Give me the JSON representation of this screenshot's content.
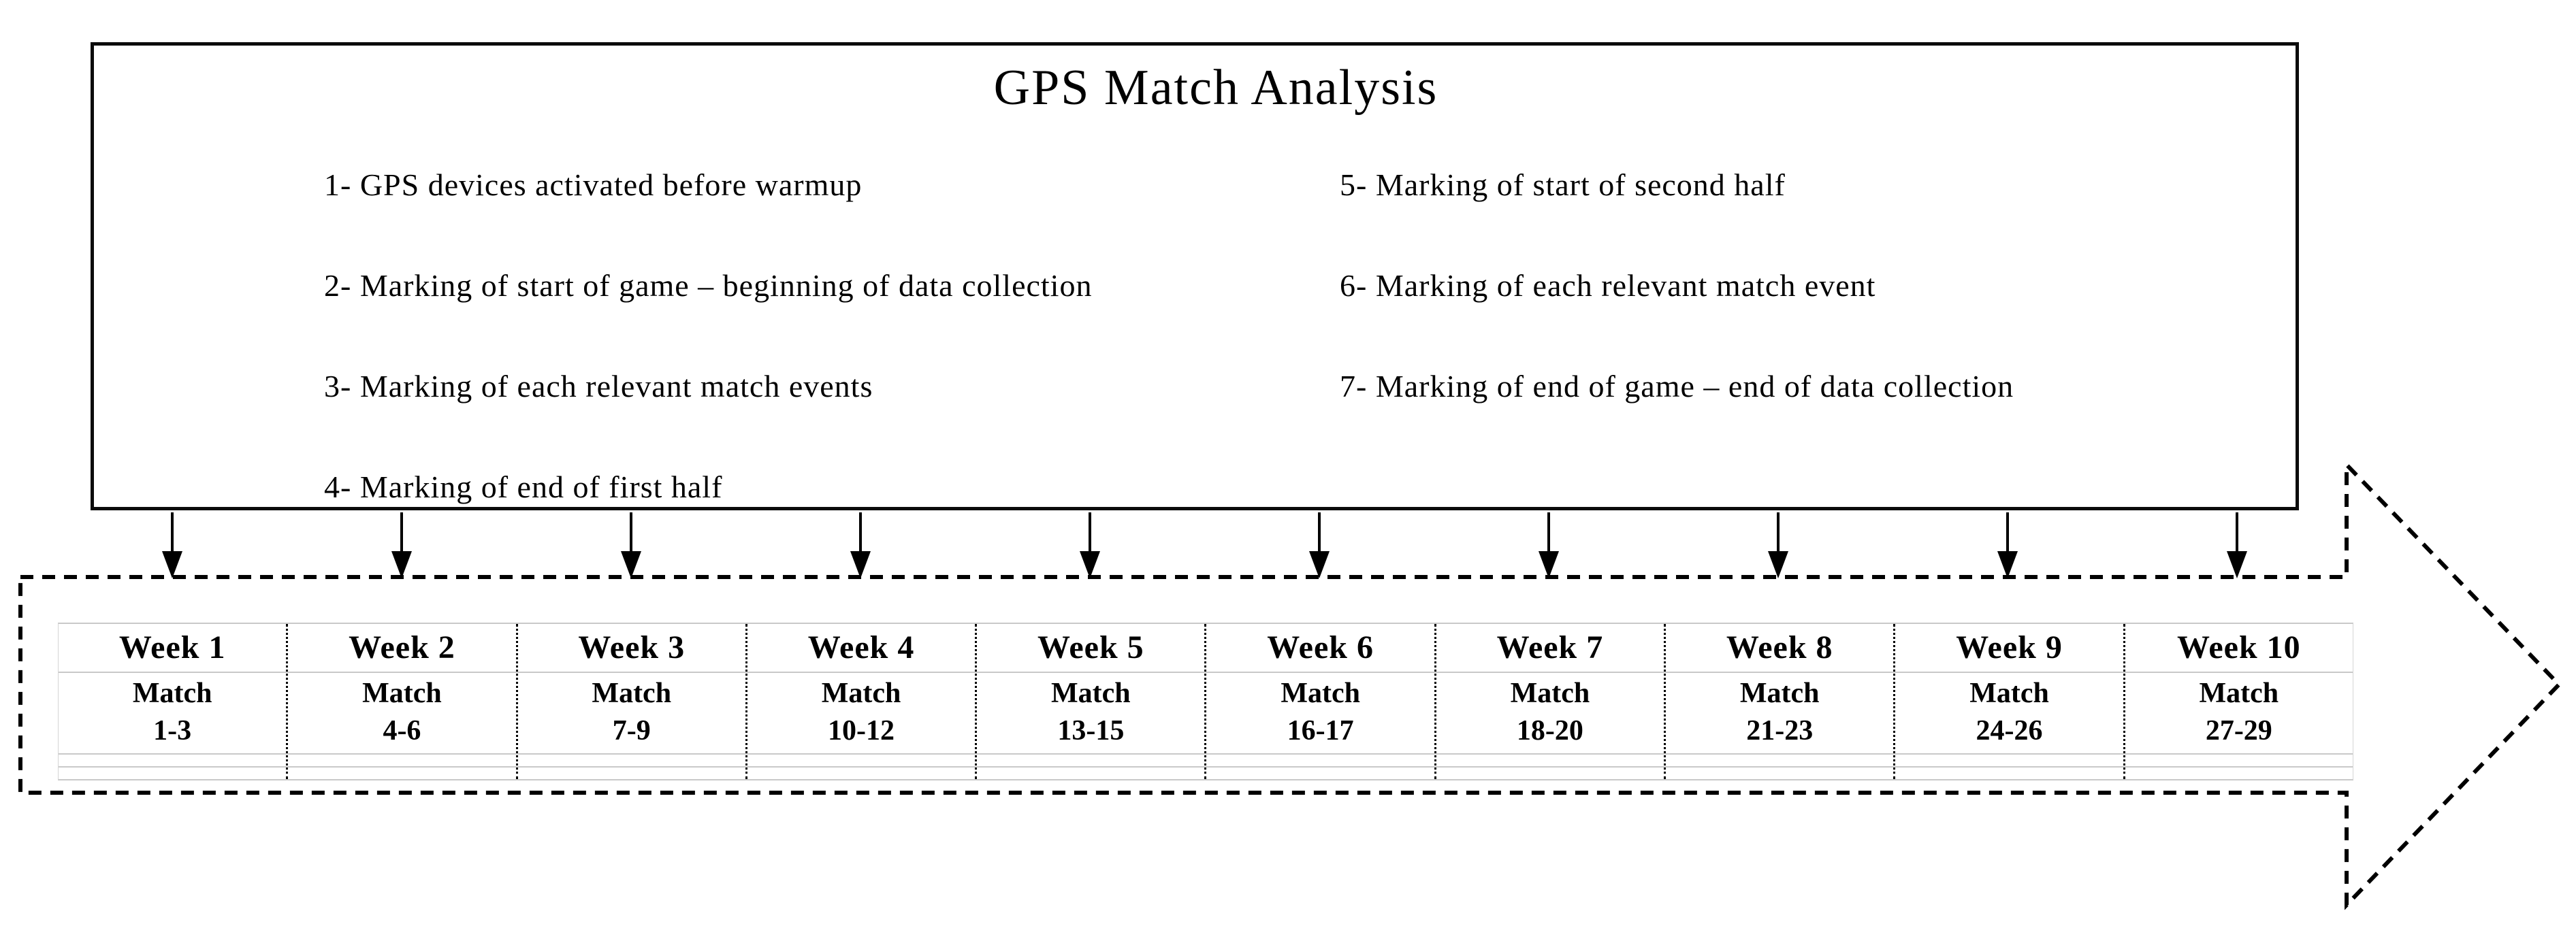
{
  "analysis_box": {
    "title": "GPS Match Analysis",
    "left_items": [
      "1- GPS devices activated before warmup",
      "2- Marking of start of game – beginning of data collection",
      "3- Marking of each relevant match events",
      "4- Marking of end of first half"
    ],
    "right_items": [
      "5- Marking of start of second half",
      "6- Marking of each relevant match event",
      "7- Marking of end of game – end of data collection"
    ]
  },
  "timeline": {
    "weeks": [
      {
        "week": "Week 1",
        "match_label": "Match",
        "match_range": "1-3"
      },
      {
        "week": "Week 2",
        "match_label": "Match",
        "match_range": "4-6"
      },
      {
        "week": "Week 3",
        "match_label": "Match",
        "match_range": "7-9"
      },
      {
        "week": "Week 4",
        "match_label": "Match",
        "match_range": "10-12"
      },
      {
        "week": "Week 5",
        "match_label": "Match",
        "match_range": "13-15"
      },
      {
        "week": "Week 6",
        "match_label": "Match",
        "match_range": "16-17"
      },
      {
        "week": "Week 7",
        "match_label": "Match",
        "match_range": "18-20"
      },
      {
        "week": "Week 8",
        "match_label": "Match",
        "match_range": "21-23"
      },
      {
        "week": "Week 9",
        "match_label": "Match",
        "match_range": "24-26"
      },
      {
        "week": "Week 10",
        "match_label": "Match",
        "match_range": "27-29"
      }
    ]
  },
  "colors": {
    "line": "#000000",
    "table_grid": "#c9c9c9"
  }
}
